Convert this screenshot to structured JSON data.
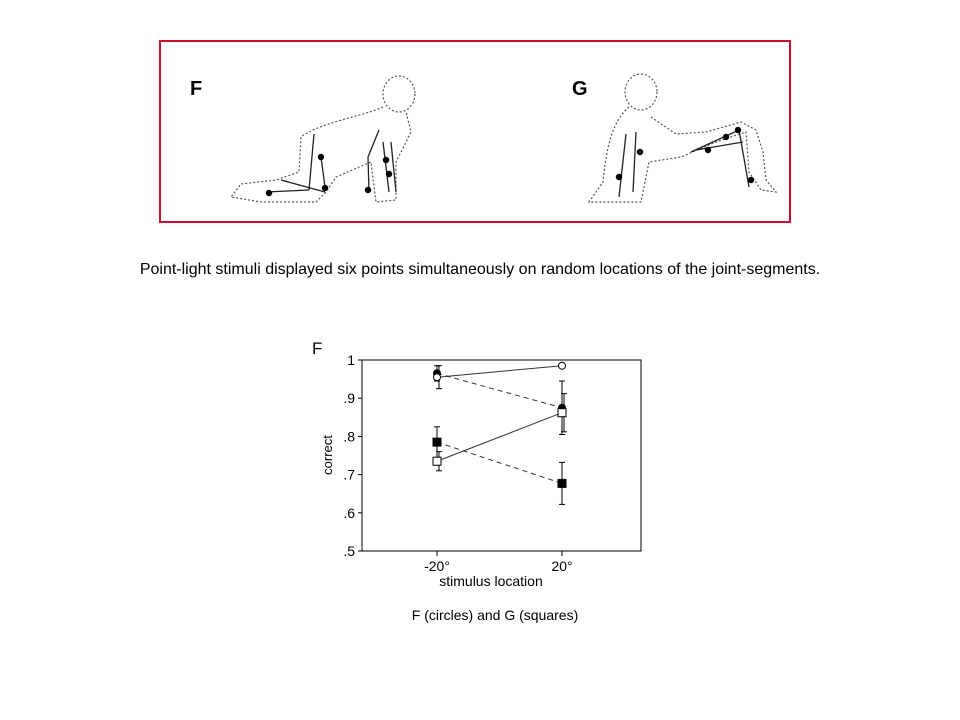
{
  "figure": {
    "panel_f_label": "F",
    "panel_g_label": "G",
    "caption": "Point-light stimuli displayed six points simultaneously on random locations of the joint-segments.",
    "frame_color": "#c8102e"
  },
  "chart_caption": "F (circles) and G (squares)",
  "chart_data": {
    "type": "line",
    "panel_label": "F",
    "xlabel": "stimulus location",
    "ylabel": "correct",
    "categories": [
      "-20°",
      "20°"
    ],
    "ylim": [
      0.5,
      1.0
    ],
    "yticks": [
      {
        "value": 0.5,
        "label": ".5"
      },
      {
        "value": 0.6,
        "label": ".6"
      },
      {
        "value": 0.7,
        "label": ".7"
      },
      {
        "value": 0.8,
        "label": ".8"
      },
      {
        "value": 0.9,
        "label": ".9"
      },
      {
        "value": 1.0,
        "label": "1"
      }
    ],
    "grid": false,
    "series": [
      {
        "marker": "circle",
        "filled": true,
        "line": "dashed",
        "values": [
          0.965,
          0.875
        ],
        "errors": [
          0.02,
          0.07
        ]
      },
      {
        "marker": "circle",
        "filled": false,
        "line": "solid",
        "values": [
          0.955,
          0.985
        ],
        "errors": [
          0.03,
          0.0
        ]
      },
      {
        "marker": "square",
        "filled": true,
        "line": "dashed",
        "values": [
          0.785,
          0.677
        ],
        "errors": [
          0.04,
          0.055
        ]
      },
      {
        "marker": "square",
        "filled": false,
        "line": "solid",
        "values": [
          0.735,
          0.862
        ],
        "errors": [
          0.025,
          0.05
        ]
      }
    ]
  }
}
